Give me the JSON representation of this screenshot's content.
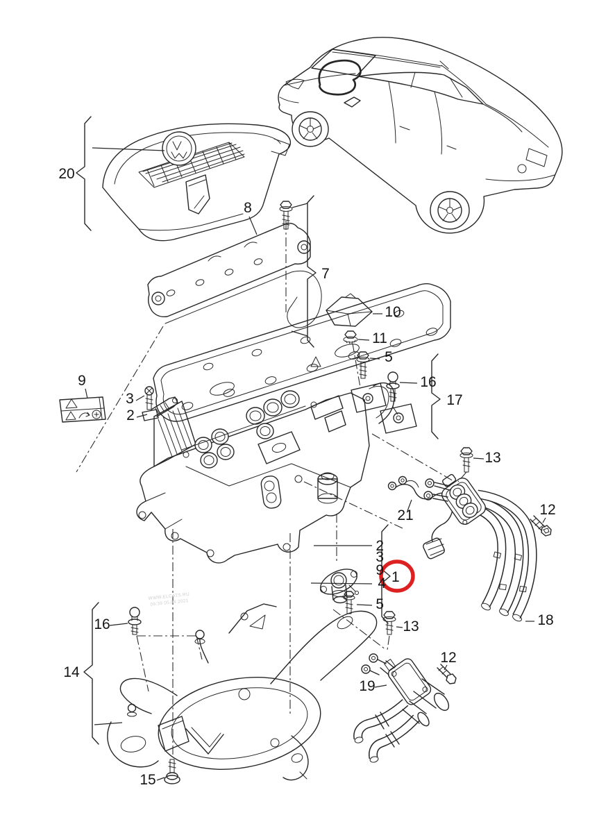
{
  "meta": {
    "background": "#ffffff",
    "line_color": "#262626",
    "label_color": "#151515",
    "highlight_color": "#dd2121",
    "highlighted_part": "1"
  },
  "watermark": {
    "line1": "WWW.ELCATS.RU",
    "line2": "09:39 05.04.2021"
  },
  "callouts": {
    "engine_cover": "20",
    "cover_plate": "8",
    "cover_assembly": "7",
    "cap": "10",
    "nut": "11",
    "bolt_top": "5",
    "ball_stud_top": "16",
    "retaining_bracket": "17",
    "warning_label": "9",
    "screw": "3",
    "clip": "2",
    "bolt_terminal": "13",
    "bolt_cable_right": "12",
    "wiring_harness": "21",
    "cable_set": "18",
    "group_item_2": "2",
    "group_item_3": "3",
    "group_item_9": "9",
    "group_main": "1",
    "group_item_4": "4",
    "group_item_5": "5",
    "bolt_lower": "13",
    "ball_stud_left": "16",
    "mounting_bracket": "14",
    "screw_bottom": "15",
    "connector_unit": "19",
    "bolt_connector": "12"
  }
}
